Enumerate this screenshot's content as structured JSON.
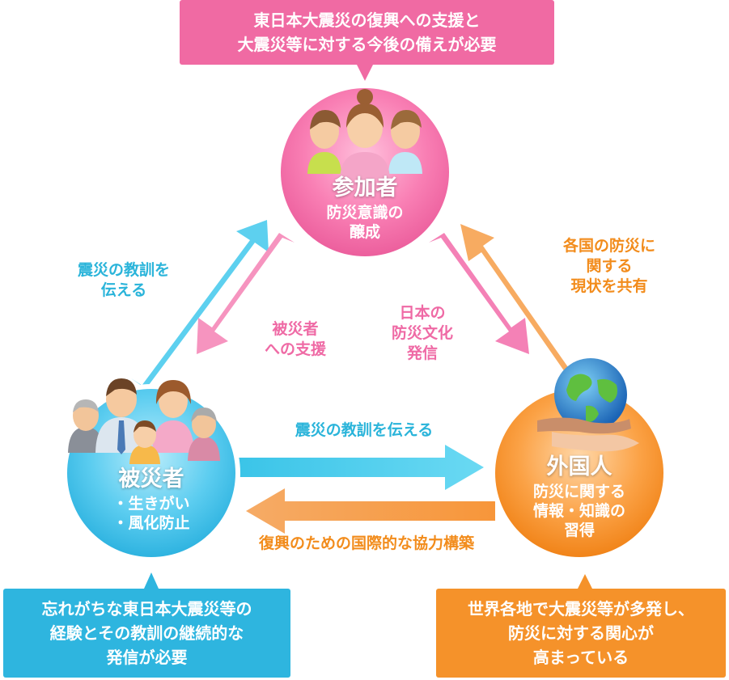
{
  "top_callout": {
    "line1": "東日本大震災の復興への支援と",
    "line2": "大震災等に対する今後の備えが必要",
    "color": "#f06aa3"
  },
  "left_callout": {
    "line1": "忘れがちな東日本大震災等の",
    "line2": "経験とその教訓の継続的な",
    "line3": "発信が必要",
    "color": "#2eb5df"
  },
  "right_callout": {
    "line1": "世界各地で大震災等が多発し、",
    "line2": "防災に対する関心が",
    "line3": "高まっている",
    "color": "#f5922a"
  },
  "participants": {
    "title": "参加者",
    "sub1": "防災意識の",
    "sub2": "醸成",
    "color": "#f06aa3"
  },
  "victims": {
    "title": "被災者",
    "sub1": "・生きがい",
    "sub2": "・風化防止",
    "color": "#3cbfe7"
  },
  "foreigners": {
    "title": "外国人",
    "sub1": "防災に関する",
    "sub2": "情報・知識の",
    "sub3": "習得",
    "color": "#f5922a"
  },
  "arrows": {
    "victims_to_participants": {
      "line1": "震災の教訓を",
      "line2": "伝える"
    },
    "participants_to_victims": {
      "line1": "被災者",
      "line2": "への支援"
    },
    "participants_to_foreigners": {
      "line1": "日本の",
      "line2": "防災文化",
      "line3": "発信"
    },
    "foreigners_to_participants": {
      "line1": "各国の防災に",
      "line2": "関する",
      "line3": "現状を共有"
    },
    "victims_to_foreigners": {
      "line1": "震災の教訓を伝える"
    },
    "foreigners_to_victims": {
      "line1": "復興のための国際的な協力構築"
    }
  }
}
